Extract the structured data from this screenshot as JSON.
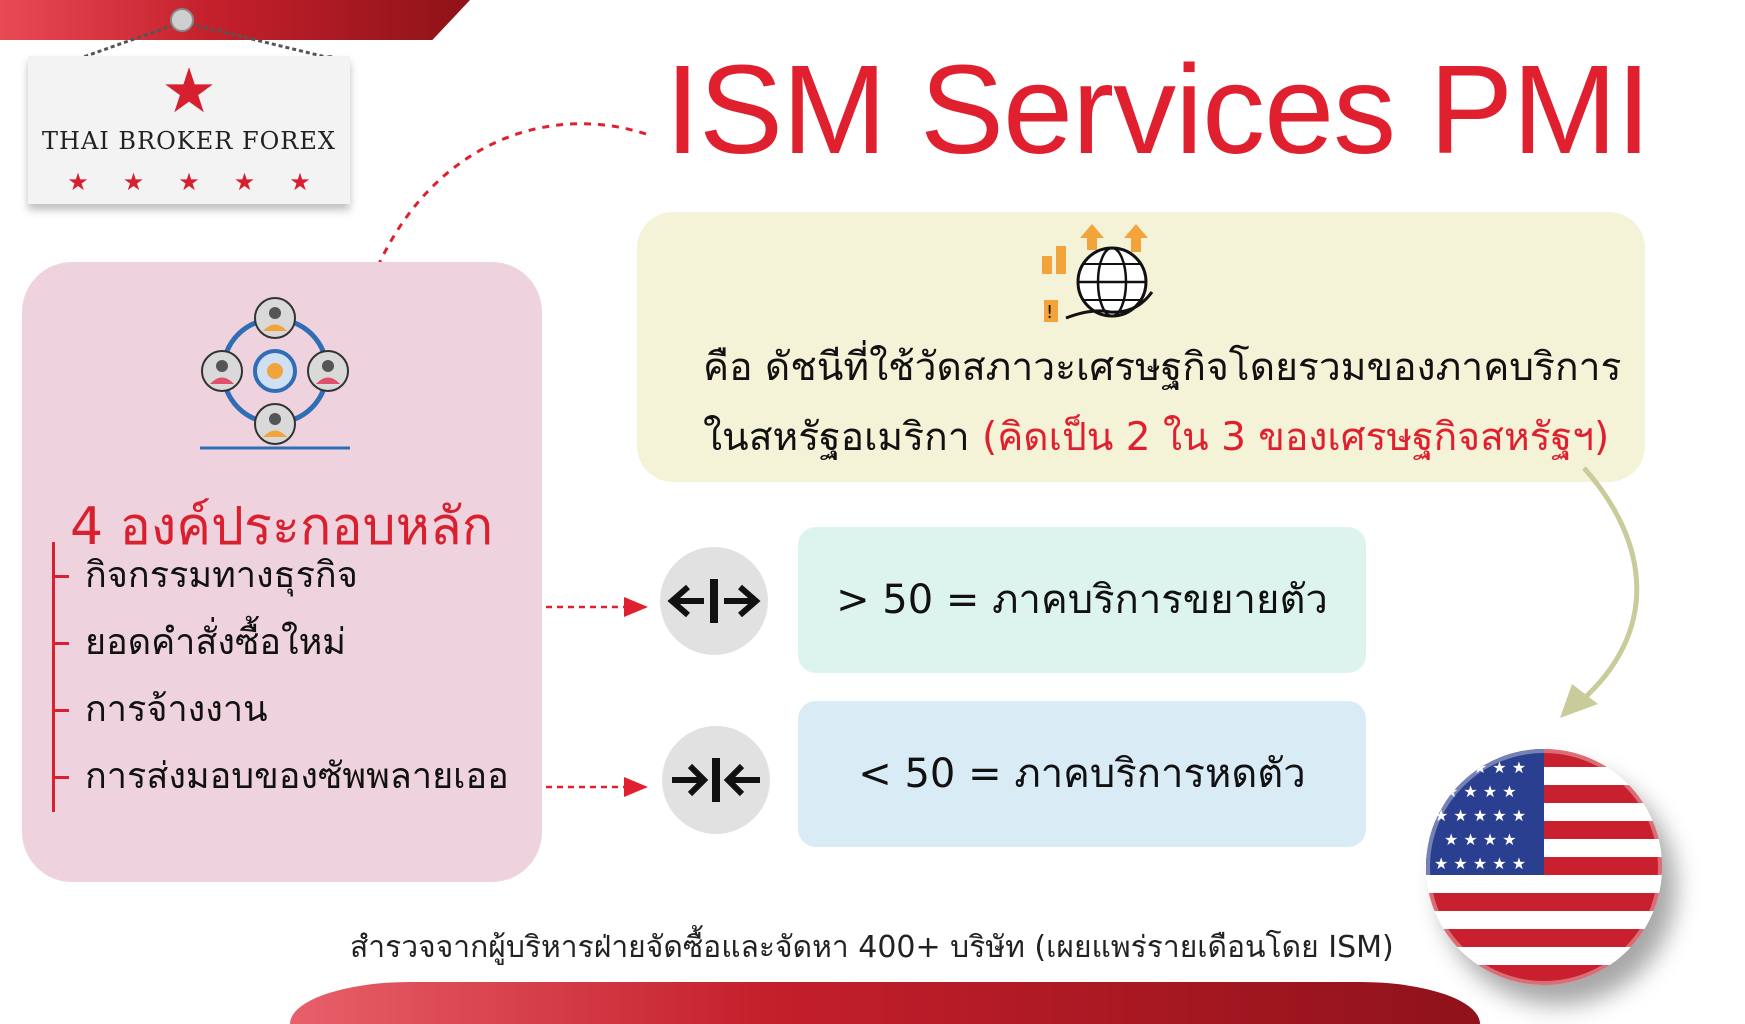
{
  "logo": {
    "brand_name": "THAI BROKER FOREX",
    "big_star": "★",
    "small_stars": "★★★★★"
  },
  "title": "ISM Services PMI",
  "definition": {
    "line1": "คือ ดัชนีที่ใช้วัดสภาวะเศรษฐกิจโดยรวมของภาคบริการ",
    "line2_prefix": "ในสหรัฐอเมริกา ",
    "line2_highlight": "(คิดเป็น 2 ใน 3 ของเศรษฐกิจสหรัฐฯ)"
  },
  "components": {
    "heading": "4 องค์ประกอบหลัก",
    "items": [
      "กิจกรรมทางธุรกิจ",
      "ยอดคำสั่งซื้อใหม่",
      "การจ้างงาน",
      "การส่งมอบของซัพพลายเออ"
    ]
  },
  "results": {
    "expansion": "> 50 = ภาคบริการขยายตัว",
    "contraction": "< 50 = ภาคบริการหดตัว"
  },
  "footer_note": "สำรวจจากผู้บริหารฝ่ายจัดซื้อและจัดหา 400+ บริษัท (เผยแพร่รายเดือนโดย ISM)",
  "icons": {
    "team": "team-network-icon",
    "globe": "globe-hand-icon",
    "expand": "expand-arrows-icon",
    "contract": "contract-arrows-icon",
    "flag": "us-flag-icon"
  },
  "colors": {
    "accent_red": "#e0202e",
    "panel_pink": "#eed3de",
    "definition_bg": "#f4f3d8",
    "expansion_bg": "#ddf4ee",
    "contraction_bg": "#d9ebf4",
    "icon_blue": "#2f6db5",
    "icon_orange": "#f2a33a"
  }
}
